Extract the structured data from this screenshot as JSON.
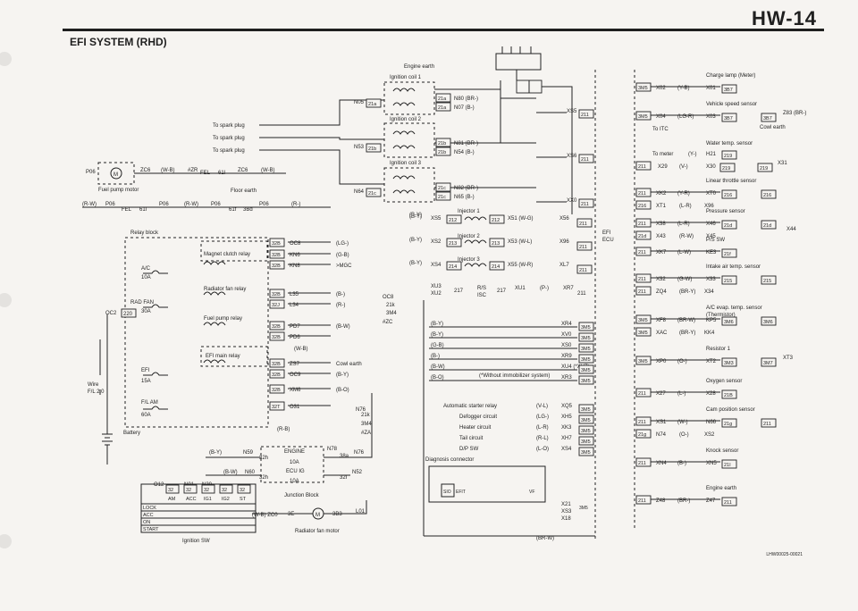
{
  "header": {
    "page_number": "HW-14",
    "section_title": "EFI SYSTEM (RHD)",
    "reference_code": "LHW00025-00021"
  },
  "top": {
    "engine_earth": "Engine earth",
    "ignition_coil_1": "Ignition coil 1",
    "ignition_coil_2": "Ignition coil 2",
    "ignition_coil_3": "Ignition coil 3",
    "spark_plug": "To spark plug",
    "fuel_pump_motor": "Fuel pump motor",
    "floor_earth": "Floor earth"
  },
  "coil_wires": [
    {
      "code": "N05",
      "conn": "21a",
      "a": "21a",
      "b": "21a",
      "w1": "N80 (BR-)",
      "w2": "N07 (B-)",
      "x": "XS5",
      "xc": "211"
    },
    {
      "code": "N53",
      "conn": "21b",
      "a": "21b",
      "b": "21b",
      "w1": "N81 (BR-)",
      "w2": "N54 (B-)",
      "x": "XS6",
      "xc": "211"
    },
    {
      "code": "N64",
      "conn": "21c",
      "a": "21c",
      "b": "21c",
      "w1": "N82 (BR-)",
      "w2": "N65 (B-)",
      "x": "XX0",
      "xc": "211"
    }
  ],
  "fuel_row": {
    "p06": "P06",
    "zc6": "ZC6",
    "wb": "(W-B)",
    "zr": "#ZR",
    "fel": "FEL",
    "c61": "61l",
    "zc6b": "ZC6",
    "wb2": "(W-B)",
    "rw": "(R-W)",
    "p06b": "P06",
    "fel2": "FEL",
    "c61b": "61l",
    "p06c": "P06",
    "rw2": "(R-W)",
    "p06d": "P06",
    "c61c": "61f",
    "c3bd": "3Bd",
    "p06e": "P06",
    "r": "(R-)"
  },
  "relay": {
    "title": "Relay block",
    "magnet": "Magnet clutch relay",
    "ac": "A/C",
    "ac_fuse": "10A",
    "rad_relay": "Radiator fan relay",
    "rad_fan": "RAD FAN",
    "rad_fuse": "30A",
    "fuel_relay": "Fuel pump relay",
    "efi_main": "EFI main relay",
    "efi": "EFI",
    "efi_fuse": "15A",
    "flam": "F/L AM",
    "flam_fuse": "60A",
    "wire": "Wire",
    "wire_spec": "F/L 2.0",
    "battery": "Battery",
    "oc2": "OC2",
    "c220": "220",
    "pins": [
      {
        "c": "32B",
        "w": "OC8",
        "col": "(LG-)"
      },
      {
        "c": "32B",
        "w": "KN6",
        "col": "(G-B)"
      },
      {
        "c": "32B",
        "w": "KN8",
        "col": ">MGC"
      },
      {
        "c": "32B",
        "w": "L35",
        "col": "(B-)"
      },
      {
        "c": "32J",
        "w": "L34",
        "col": "(R-)"
      },
      {
        "c": "32B",
        "w": "PD7",
        "col": "(B-W)"
      },
      {
        "c": "32B",
        "w": "PD6",
        "col": ""
      },
      {
        "c": "32B",
        "w": "ZS7",
        "col": "Cowl earth"
      },
      {
        "c": "32B",
        "w": "OC9",
        "col": "(B-Y)"
      },
      {
        "c": "32B",
        "w": "XM6",
        "col": "(B-O)"
      },
      {
        "c": "32T",
        "w": "O31",
        "col": ""
      }
    ],
    "wb": "(W-B)",
    "rb": "(R-B)"
  },
  "ignition_sw": {
    "label": "Ignition SW",
    "o12": "O12",
    "n01": "N01",
    "n30": "N30",
    "terms": [
      "32",
      "32",
      "32",
      "32",
      "32"
    ],
    "cols": [
      "AM",
      "ACC",
      "IG1",
      "IG2",
      "ST"
    ],
    "rows": [
      "LOCK",
      "ACC",
      "ON",
      "START"
    ]
  },
  "junction": {
    "label": "Junction Block",
    "engine": "ENGINE",
    "engine_fuse": "10A",
    "ecu_ig": "ECU IG",
    "ecu_fuse": "10A",
    "by": "(B-Y)",
    "n59": "N59",
    "c32h": "32h",
    "bw": "(B-W)",
    "n60": "N60",
    "c32h2": "32h",
    "n78": "N78",
    "c38a": "38a",
    "c32i": "32I",
    "n52": "N52",
    "n76": "N76",
    "c21k": "21k",
    "c3m4": "3M4",
    "za": "#ZA",
    "w": "(W-)"
  },
  "radiator": {
    "label": "Radiator fan motor",
    "zc0": "(W-B) ZC0",
    "c3e": "3E",
    "c3b3": "3B3",
    "l01": "L01"
  },
  "injectors": {
    "inj1": "Injector 1",
    "inj2": "Injector 2",
    "inj3": "Injector 3",
    "by": "(B-Y)",
    "rows": [
      {
        "w": "XS5",
        "c1": "212",
        "c2": "212",
        "wire": "X51 (W-G)",
        "x": "X56",
        "xc": "211"
      },
      {
        "w": "XS2",
        "c1": "213",
        "c2": "213",
        "wire": "X53 (W-L)",
        "x": "X96",
        "xc": "211"
      },
      {
        "w": "XS4",
        "c1": "214",
        "c2": "214",
        "wire": "X55 (W-R)",
        "x": "XL7",
        "xc": "211"
      }
    ],
    "xu3": "XU3",
    "xu2": "XU2",
    "c217": "217",
    "rs": "R/S",
    "isc": "ISC",
    "c217b": "217",
    "xu1": "XU1",
    "p": "(P-)",
    "xr7": "XR7",
    "c211": "211",
    "oc8": "OC8",
    "c21k": "21k",
    "c3m4": "3M4",
    "zc": "#ZC",
    "wb": "(W-B)"
  },
  "center": {
    "efi_ecu": "EFI\nECU",
    "lines": [
      {
        "col": "(B-Y)",
        "x": "XR4",
        "c": "3M5"
      },
      {
        "col": "(B-Y)",
        "x": "XV0",
        "c": "3M5"
      },
      {
        "col": "(G-B)",
        "x": "XS0",
        "c": "3M5"
      },
      {
        "col": "(B-)",
        "x": "XR9",
        "c": "3M5"
      },
      {
        "col": "(B-W)",
        "x": "XU4 (*XU7)",
        "c": "3M5"
      },
      {
        "col": "(B-O)",
        "x": "XR3",
        "c": "3M5"
      }
    ],
    "immobilizer": "(*Without immobilizer system)",
    "outputs": [
      {
        "label": "Automatic starter relay",
        "col": "(V-L)",
        "x": "XQ5",
        "c": "3M5"
      },
      {
        "label": "Defogger circuit",
        "col": "(LG-)",
        "x": "XH5",
        "c": "3M5"
      },
      {
        "label": "Heater circuit",
        "col": "(L-R)",
        "x": "XK3",
        "c": "3M5"
      },
      {
        "label": "Tail circuit",
        "col": "(R-L)",
        "x": "XH7",
        "c": "3M5"
      },
      {
        "label": "D/P SW",
        "col": "(L-O)",
        "x": "XS4",
        "c": "3M5"
      }
    ],
    "diag": "Diagnosis connector",
    "sio": "SIO",
    "efit": "EFIT",
    "vf": "VF",
    "x21": "X21",
    "xs3": "XS3",
    "x18": "X18",
    "c3m5": "3M5",
    "brw": "(BR-W)"
  },
  "right": [
    {
      "label": "Charge lamp (Meter)",
      "c": "3M5",
      "x": "X02",
      "col": "(Y-B)",
      "x2": "X01",
      "c2": "3B7"
    },
    {
      "label": "Vehicle speed sensor",
      "c": "3M5",
      "x": "X04",
      "col": "(LG-R)",
      "x2": "X03",
      "c2": "3B7",
      "x3": "Z83 (BR-)",
      "c3": "3B7",
      "extra": "To ITC",
      "earth": "Cowl earth"
    },
    {
      "label": "Water temp. sensor",
      "meter": "To meter",
      "col": "(Y-)",
      "x": "H21",
      "c": "219",
      "c2": "211",
      "x2": "X29",
      "col2": "(V-)",
      "x3": "X30",
      "c3": "219",
      "c4": "219",
      "x4": "X31"
    },
    {
      "label": "Linear throttle sensor",
      "c": "211",
      "x": "XK2",
      "col": "(Y-R)",
      "x2": "XT0",
      "c2": "216",
      "col2": "(L-R)",
      "x3": "X96",
      "c3": "216",
      "c4": "216",
      "x4": "XT1"
    },
    {
      "label": "Pressure sensor",
      "c": "211",
      "x": "X38",
      "col": "(L-R)",
      "x2": "X46",
      "c2": "21d",
      "x3": "X43",
      "col2": "(R-W)",
      "x4": "X45",
      "c3": "21d",
      "c4": "21d",
      "x5": "X44"
    },
    {
      "label": "P/S SW",
      "c": "211",
      "x": "XK7",
      "col": "(L-W)",
      "x2": "KE3",
      "c2": "21f"
    },
    {
      "label": "Intake air temp. sensor",
      "c": "211",
      "x": "X32",
      "col": "(G-W)",
      "x2": "X33",
      "c2": "215",
      "c3": "215",
      "x3": "X34",
      "c4": "211",
      "x4": "ZQ4",
      "col2": "(BR-Y)"
    },
    {
      "label": "A/C evap. temp. sensor\n(Thermistor)",
      "c": "3M5",
      "x": "XF8",
      "col": "(BR-W)",
      "x2": "KP5",
      "c2": "3M6",
      "c3": "3M6",
      "x3": "KK4",
      "c4": "3M5",
      "x4": "XAC",
      "col2": "(BR-Y)"
    },
    {
      "label": "Resistor 1",
      "c": "3M5",
      "x": "XP0",
      "col": "(O-)",
      "x2": "XT2",
      "c2": "3M3",
      "c3": "3M7",
      "x3": "XT3"
    },
    {
      "label": "Oxygen sensor",
      "c": "211",
      "x": "X27",
      "col": "(L-)",
      "x2": "X28",
      "c2": "21B"
    },
    {
      "label": "Cam position sensor",
      "c": "211",
      "x": "XS1",
      "col": "(W-)",
      "x2": "N66",
      "c2": "21g",
      "c3": "211",
      "x3": "XS2",
      "col2": "(O-)",
      "x4": "N74",
      "c4": "21g"
    },
    {
      "label": "Knock sensor",
      "c": "211",
      "x": "XN4",
      "col": "(B-)",
      "x2": "XN5",
      "c2": "21I"
    },
    {
      "label": "Engine earth",
      "c": "211",
      "x": "Z48",
      "c2": "211",
      "x2": "Z47",
      "col": "(BR-)"
    }
  ]
}
